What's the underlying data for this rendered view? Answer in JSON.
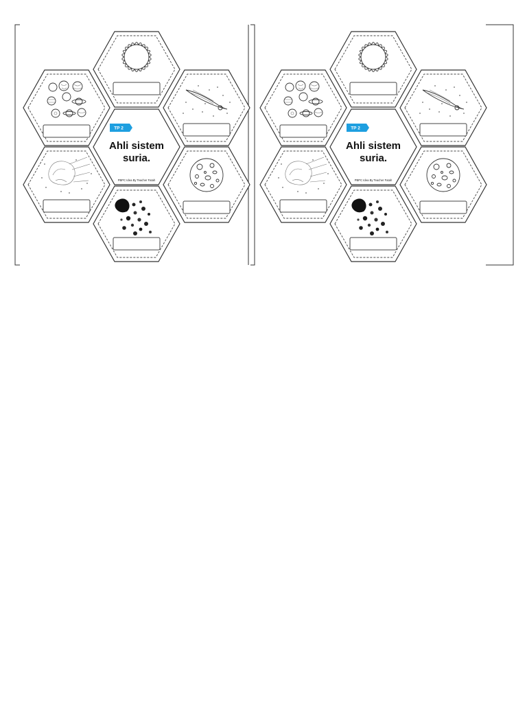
{
  "worksheet": {
    "tag": "TP 2",
    "title_line1": "Ahli sistem",
    "title_line2": "suria.",
    "credit": "PBPC Idea By Teacher Fatah",
    "tag_color": "#1e9fe0"
  },
  "cards": [
    {
      "name": "card-left"
    },
    {
      "name": "card-right"
    }
  ],
  "hex_tiles": [
    {
      "name": "sun",
      "icon": "sun-icon"
    },
    {
      "name": "planets",
      "icon": "planets-icon"
    },
    {
      "name": "comet",
      "icon": "comet-icon"
    },
    {
      "name": "title",
      "icon": ""
    },
    {
      "name": "meteor",
      "icon": "meteor-icon"
    },
    {
      "name": "moon",
      "icon": "moon-icon"
    },
    {
      "name": "asteroids",
      "icon": "asteroids-icon"
    }
  ]
}
